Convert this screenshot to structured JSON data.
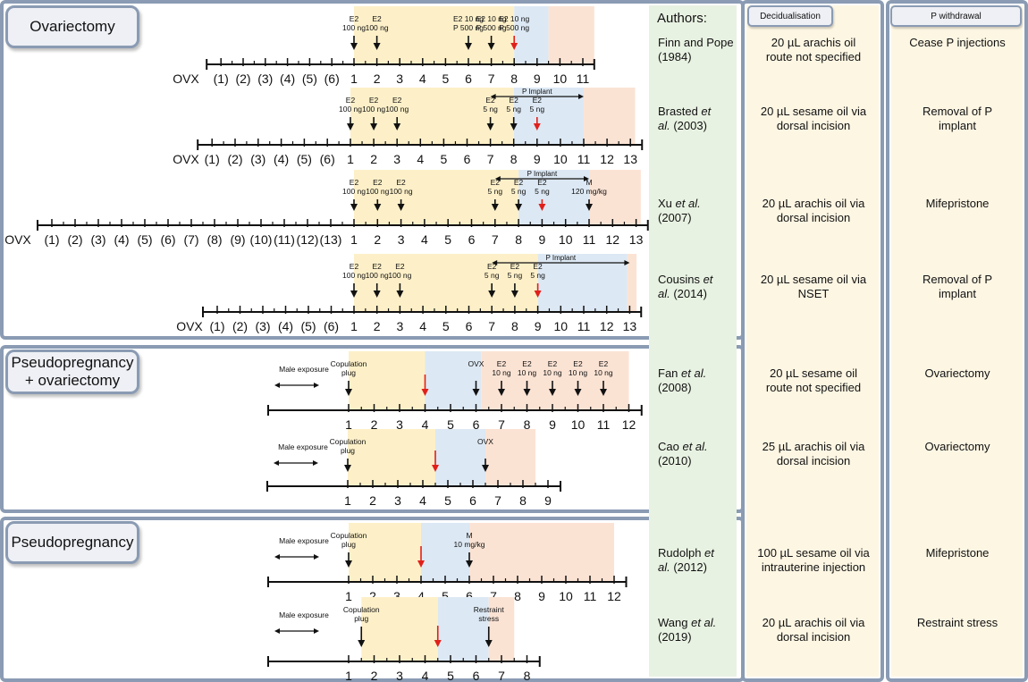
{
  "sections": {
    "ovariectomy": "Ovariectomy",
    "pseudo_ovx_line1": "Pseudopregnancy",
    "pseudo_ovx_line2": "+ ovariectomy",
    "pseudo": "Pseudopregnancy"
  },
  "columns": {
    "authors": "Authors:",
    "decidualisation": "Decidualisation",
    "p_withdrawal": "P withdrawal"
  },
  "rows": [
    {
      "author_pre": "Finn and Pope",
      "author_et": "",
      "author_post": "",
      "author_line2": "(1984)",
      "decid": [
        "20 µL arachis oil",
        "route not specified"
      ],
      "withdrawal": [
        "Cease P injections"
      ],
      "timeline": {
        "ticks": [
          "OVX",
          "(1)",
          "(2)",
          "(3)",
          "(4)",
          "(5)",
          "(6)",
          "1",
          "2",
          "3",
          "4",
          "5",
          "6",
          "7",
          "8",
          "9",
          "10",
          "11"
        ],
        "start_index": 7,
        "bands": [
          {
            "from": 1,
            "to": 8,
            "color": "#fdf0c8"
          },
          {
            "from": 8,
            "to": 9.5,
            "color": "#dce8f4"
          },
          {
            "from": 9.5,
            "to": 11.5,
            "color": "#fbe3d4"
          }
        ],
        "arrows": [
          {
            "day": 1,
            "label": [
              "E2",
              "100 ng"
            ],
            "color": "black"
          },
          {
            "day": 2,
            "label": [
              "E2",
              "100 ng"
            ],
            "color": "black"
          },
          {
            "day": 6,
            "label": [
              "E2  10 ng",
              "P 500 ng"
            ],
            "color": "black"
          },
          {
            "day": 7,
            "label": [
              "E2 10 ng",
              "P 500 ng"
            ],
            "color": "black"
          },
          {
            "day": 8,
            "label": [
              "E2 10 ng",
              "P 500 ng"
            ],
            "color": "red"
          }
        ],
        "implant": null
      }
    },
    {
      "author_pre": "Brasted ",
      "author_et": "et",
      "author_post": "",
      "author_line2_pre": "",
      "author_line2_et": "al.",
      "author_line2": " (2003)",
      "decid": [
        "20 µL sesame oil via",
        "dorsal incision"
      ],
      "withdrawal": [
        "Removal of P",
        "implant"
      ],
      "timeline": {
        "ticks": [
          "OVX",
          "(1)",
          "(2)",
          "(3)",
          "(4)",
          "(5)",
          "(6)",
          "1",
          "2",
          "3",
          "4",
          "5",
          "6",
          "7",
          "8",
          "9",
          "10",
          "11",
          "12",
          "13"
        ],
        "bands": [
          {
            "from": 1,
            "to": 8,
            "color": "#fdf0c8"
          },
          {
            "from": 8,
            "to": 11,
            "color": "#dce8f4"
          },
          {
            "from": 11,
            "to": 13.2,
            "color": "#fbe3d4"
          }
        ],
        "arrows": [
          {
            "day": 1,
            "label": [
              "E2",
              "100 ng"
            ],
            "color": "black"
          },
          {
            "day": 2,
            "label": [
              "E2",
              "100 ng"
            ],
            "color": "black"
          },
          {
            "day": 3,
            "label": [
              "E2",
              "100 ng"
            ],
            "color": "black"
          },
          {
            "day": 7,
            "label": [
              "E2",
              "5 ng"
            ],
            "color": "black"
          },
          {
            "day": 8,
            "label": [
              "E2",
              "5 ng"
            ],
            "color": "black"
          },
          {
            "day": 9,
            "label": [
              "E2",
              "5 ng"
            ],
            "color": "red"
          }
        ],
        "implant": {
          "from": 7,
          "to": 11,
          "label": "P Implant"
        }
      }
    },
    {
      "author_pre": "Xu ",
      "author_et": "et al.",
      "author_post": "",
      "author_line2": "(2007)",
      "decid": [
        "20 µL arachis oil via",
        "dorsal incision"
      ],
      "withdrawal": [
        "Mifepristone"
      ],
      "timeline": {
        "ticks": [
          "OVX",
          "(1)",
          "(2)",
          "(3)",
          "(4)",
          "(5)",
          "(6)",
          "(7)",
          "(8)",
          "(9)",
          "(10)",
          "(11)",
          "(12)",
          "(13)",
          "1",
          "2",
          "3",
          "4",
          "5",
          "6",
          "7",
          "8",
          "9",
          "10",
          "11",
          "12",
          "13"
        ],
        "bands": [
          {
            "from": 1,
            "to": 8,
            "color": "#fdf0c8"
          },
          {
            "from": 8,
            "to": 11,
            "color": "#dce8f4"
          },
          {
            "from": 11,
            "to": 13.2,
            "color": "#fbe3d4"
          }
        ],
        "arrows": [
          {
            "day": 1,
            "label": [
              "E2",
              "100 ng"
            ],
            "color": "black"
          },
          {
            "day": 2,
            "label": [
              "E2",
              "100 ng"
            ],
            "color": "black"
          },
          {
            "day": 3,
            "label": [
              "E2",
              "100 ng"
            ],
            "color": "black"
          },
          {
            "day": 7,
            "label": [
              "E2",
              "5 ng"
            ],
            "color": "black"
          },
          {
            "day": 8,
            "label": [
              "E2",
              "5 ng"
            ],
            "color": "black"
          },
          {
            "day": 9,
            "label": [
              "E2",
              "5 ng"
            ],
            "color": "red"
          },
          {
            "day": 11,
            "label": [
              "M",
              "120 mg/kg"
            ],
            "color": "black"
          }
        ],
        "implant": {
          "from": 7,
          "to": 11,
          "label": "P Implant"
        }
      }
    },
    {
      "author_pre": "Cousins ",
      "author_et": "et",
      "author_post": "",
      "author_line2_et": "al.",
      "author_line2": " (2014)",
      "decid": [
        "20 µL sesame oil via",
        "NSET"
      ],
      "withdrawal": [
        "Removal of P",
        "implant"
      ],
      "timeline": {
        "ticks": [
          "OVX",
          "(1)",
          "(2)",
          "(3)",
          "(4)",
          "(5)",
          "(6)",
          "1",
          "2",
          "3",
          "4",
          "5",
          "6",
          "7",
          "8",
          "9",
          "10",
          "11",
          "12",
          "13"
        ],
        "bands": [
          {
            "from": 1,
            "to": 9,
            "color": "#fdf0c8"
          },
          {
            "from": 9,
            "to": 12.9,
            "color": "#dce8f4"
          },
          {
            "from": 12.9,
            "to": 13.3,
            "color": "#fbe3d4"
          }
        ],
        "arrows": [
          {
            "day": 1,
            "label": [
              "E2",
              "100 ng"
            ],
            "color": "black"
          },
          {
            "day": 2,
            "label": [
              "E2",
              "100 ng"
            ],
            "color": "black"
          },
          {
            "day": 3,
            "label": [
              "E2",
              "100 ng"
            ],
            "color": "black"
          },
          {
            "day": 7,
            "label": [
              "E2",
              "5 ng"
            ],
            "color": "black"
          },
          {
            "day": 8,
            "label": [
              "E2",
              "5 ng"
            ],
            "color": "black"
          },
          {
            "day": 9,
            "label": [
              "E2",
              "5 ng"
            ],
            "color": "red"
          }
        ],
        "implant": {
          "from": 7,
          "to": 13,
          "label": "P Implant"
        }
      }
    },
    {
      "author_pre": "Fan ",
      "author_et": "et al.",
      "author_post": "",
      "author_line2": "(2008)",
      "decid": [
        "20 µL sesame oil",
        "route not specified"
      ],
      "withdrawal": [
        "Ovariectomy"
      ],
      "timeline": {
        "ticks": [
          "1",
          "2",
          "3",
          "4",
          "5",
          "6",
          "7",
          "8",
          "9",
          "10",
          "11",
          "12"
        ],
        "bands": [
          {
            "from": 1,
            "to": 4,
            "color": "#fdf0c8"
          },
          {
            "from": 4,
            "to": 6.2,
            "color": "#dce8f4"
          },
          {
            "from": 6.2,
            "to": 12,
            "color": "#fbe3d4"
          }
        ],
        "arrows": [
          {
            "day": 1,
            "label": [
              "Copulation",
              "plug"
            ],
            "color": "black"
          },
          {
            "day": 4,
            "label": [],
            "color": "red"
          },
          {
            "day": 6,
            "label": [
              "OVX"
            ],
            "color": "black"
          },
          {
            "day": 7,
            "label": [
              "E2",
              "10 ng"
            ],
            "color": "black"
          },
          {
            "day": 8,
            "label": [
              "E2",
              "10 ng"
            ],
            "color": "black"
          },
          {
            "day": 9,
            "label": [
              "E2",
              "10 ng"
            ],
            "color": "black"
          },
          {
            "day": 10,
            "label": [
              "E2",
              "10 ng"
            ],
            "color": "black"
          },
          {
            "day": 11,
            "label": [
              "E2",
              "10 ng"
            ],
            "color": "black"
          }
        ],
        "male": "Male exposure"
      }
    },
    {
      "author_pre": "Cao ",
      "author_et": "et al.",
      "author_post": "",
      "author_line2": "(2010)",
      "decid": [
        "25 µL arachis oil via",
        "dorsal incision"
      ],
      "withdrawal": [
        "Ovariectomy"
      ],
      "timeline": {
        "ticks": [
          "1",
          "2",
          "3",
          "4",
          "5",
          "6",
          "7",
          "8",
          "9"
        ],
        "bands": [
          {
            "from": 1,
            "to": 4.5,
            "color": "#fdf0c8"
          },
          {
            "from": 4.5,
            "to": 6.5,
            "color": "#dce8f4"
          },
          {
            "from": 6.5,
            "to": 8.5,
            "color": "#fbe3d4"
          }
        ],
        "arrows": [
          {
            "day": 1,
            "label": [
              "Copulation",
              "plug"
            ],
            "color": "black"
          },
          {
            "day": 4.5,
            "label": [],
            "color": "red"
          },
          {
            "day": 6.5,
            "label": [
              "OVX"
            ],
            "color": "black"
          }
        ],
        "male": "Male exposure"
      }
    },
    {
      "author_pre": "Rudolph ",
      "author_et": "et",
      "author_post": "",
      "author_line2_et": "al.",
      "author_line2": " (2012)",
      "decid": [
        "100 µL sesame oil via",
        "intrauterine injection"
      ],
      "withdrawal": [
        "Mifepristone"
      ],
      "timeline": {
        "ticks": [
          "1",
          "2",
          "3",
          "4",
          "5",
          "6",
          "7",
          "8",
          "9",
          "10",
          "11",
          "12"
        ],
        "bands": [
          {
            "from": 1,
            "to": 4,
            "color": "#fdf0c8"
          },
          {
            "from": 4,
            "to": 6,
            "color": "#dce8f4"
          },
          {
            "from": 6,
            "to": 12,
            "color": "#fbe3d4"
          }
        ],
        "arrows": [
          {
            "day": 1,
            "label": [
              "Copulation",
              "plug"
            ],
            "color": "black"
          },
          {
            "day": 4,
            "label": [],
            "color": "red"
          },
          {
            "day": 6,
            "label": [
              "M",
              "10 mg/kg"
            ],
            "color": "black"
          }
        ],
        "male": "Male exposure"
      }
    },
    {
      "author_pre": "Wang ",
      "author_et": "et al.",
      "author_post": "",
      "author_line2": "(2019)",
      "decid": [
        "20 µL arachis oil via",
        "dorsal incision"
      ],
      "withdrawal": [
        "Restraint stress"
      ],
      "timeline": {
        "ticks": [
          "1",
          "2",
          "3",
          "4",
          "5",
          "6",
          "7",
          "8"
        ],
        "bands": [
          {
            "from": 1.5,
            "to": 4.5,
            "color": "#fdf0c8"
          },
          {
            "from": 4.5,
            "to": 6.5,
            "color": "#dce8f4"
          },
          {
            "from": 6.5,
            "to": 7.5,
            "color": "#fbe3d4"
          }
        ],
        "arrows": [
          {
            "day": 1.5,
            "label": [
              "Copulation",
              "plug"
            ],
            "color": "black"
          },
          {
            "day": 4.5,
            "label": [],
            "color": "red"
          },
          {
            "day": 6.5,
            "label": [
              "Restraint",
              "stress"
            ],
            "color": "black"
          }
        ],
        "male": "Male exposure"
      }
    }
  ]
}
